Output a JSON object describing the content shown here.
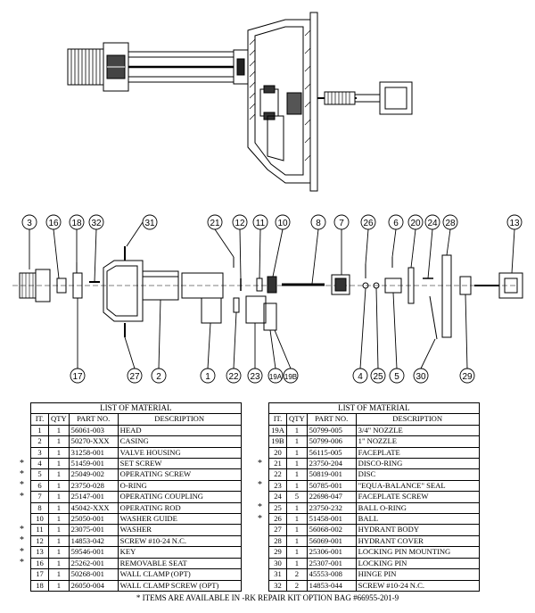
{
  "callouts": [
    "3",
    "16",
    "18",
    "32",
    "31",
    "21",
    "12",
    "11",
    "10",
    "8",
    "7",
    "26",
    "6",
    "20",
    "24",
    "28",
    "13",
    "17",
    "27",
    "2",
    "1",
    "22",
    "23",
    "19A",
    "19B",
    "4",
    "25",
    "5",
    "30",
    "29"
  ],
  "table_left": {
    "title": "LIST OF MATERIAL",
    "headers": [
      "IT.",
      "QTY",
      "PART NO.",
      "DESCRIPTION"
    ],
    "rows": [
      {
        "it": "1",
        "qty": "1",
        "pn": "56061-003",
        "desc": "HEAD",
        "star": ""
      },
      {
        "it": "2",
        "qty": "1",
        "pn": "50270-XXX",
        "desc": "CASING",
        "star": ""
      },
      {
        "it": "3",
        "qty": "1",
        "pn": "31258-001",
        "desc": "VALVE HOUSING",
        "star": ""
      },
      {
        "it": "4",
        "qty": "1",
        "pn": "51459-001",
        "desc": "SET SCREW",
        "star": "*"
      },
      {
        "it": "5",
        "qty": "1",
        "pn": "25049-002",
        "desc": "OPERATING SCREW",
        "star": "*"
      },
      {
        "it": "6",
        "qty": "1",
        "pn": "23750-028",
        "desc": "O-RING",
        "star": "*"
      },
      {
        "it": "7",
        "qty": "1",
        "pn": "25147-001",
        "desc": "OPERATING COUPLING",
        "star": "*"
      },
      {
        "it": "8",
        "qty": "1",
        "pn": "45042-XXX",
        "desc": "OPERATING ROD",
        "star": ""
      },
      {
        "it": "10",
        "qty": "1",
        "pn": "25050-001",
        "desc": "WASHER GUIDE",
        "star": ""
      },
      {
        "it": "11",
        "qty": "1",
        "pn": "23075-001",
        "desc": "WASHER",
        "star": "*"
      },
      {
        "it": "12",
        "qty": "1",
        "pn": "14853-042",
        "desc": "SCREW #10-24 N.C.",
        "star": "*"
      },
      {
        "it": "13",
        "qty": "1",
        "pn": "59546-001",
        "desc": "KEY",
        "star": "*"
      },
      {
        "it": "16",
        "qty": "1",
        "pn": "25262-001",
        "desc": "REMOVABLE SEAT",
        "star": "*"
      },
      {
        "it": "17",
        "qty": "1",
        "pn": "50268-001",
        "desc": "WALL CLAMP (OPT)",
        "star": ""
      },
      {
        "it": "18",
        "qty": "1",
        "pn": "26050-004",
        "desc": "WALL CLAMP SCREW (OPT)",
        "star": ""
      }
    ]
  },
  "table_right": {
    "title": "LIST OF MATERIAL",
    "headers": [
      "IT.",
      "QTY",
      "PART NO.",
      "DESCRIPTION"
    ],
    "rows": [
      {
        "it": "19A",
        "qty": "1",
        "pn": "50799-005",
        "desc": "3/4\" NOZZLE",
        "star": ""
      },
      {
        "it": "19B",
        "qty": "1",
        "pn": "50799-006",
        "desc": "1\" NOZZLE",
        "star": ""
      },
      {
        "it": "20",
        "qty": "1",
        "pn": "56115-005",
        "desc": "FACEPLATE",
        "star": ""
      },
      {
        "it": "21",
        "qty": "1",
        "pn": "23750-204",
        "desc": "DISCO-RING",
        "star": "*"
      },
      {
        "it": "22",
        "qty": "1",
        "pn": "50819-001",
        "desc": "DISC",
        "star": ""
      },
      {
        "it": "23",
        "qty": "1",
        "pn": "50785-001",
        "desc": "\"EQUA-BALANCE\" SEAL",
        "star": "*"
      },
      {
        "it": "24",
        "qty": "5",
        "pn": "22698-047",
        "desc": "FACEPLATE SCREW",
        "star": ""
      },
      {
        "it": "25",
        "qty": "1",
        "pn": "23750-232",
        "desc": "BALL O-RING",
        "star": "*"
      },
      {
        "it": "26",
        "qty": "1",
        "pn": "51458-001",
        "desc": "BALL",
        "star": "*"
      },
      {
        "it": "27",
        "qty": "1",
        "pn": "56068-002",
        "desc": "HYDRANT BODY",
        "star": ""
      },
      {
        "it": "28",
        "qty": "1",
        "pn": "56069-001",
        "desc": "HYDRANT COVER",
        "star": ""
      },
      {
        "it": "29",
        "qty": "1",
        "pn": "25306-001",
        "desc": "LOCKING PIN MOUNTING",
        "star": ""
      },
      {
        "it": "30",
        "qty": "1",
        "pn": "25307-001",
        "desc": "LOCKING PIN",
        "star": ""
      },
      {
        "it": "31",
        "qty": "2",
        "pn": "45553-008",
        "desc": "HINGE PIN",
        "star": ""
      },
      {
        "it": "32",
        "qty": "2",
        "pn": "14853-044",
        "desc": "SCREW #10-24 N.C.",
        "star": ""
      }
    ]
  },
  "footnote": "* ITEMS ARE AVAILABLE IN -RK REPAIR KIT OPTION BAG #66955-201-9"
}
